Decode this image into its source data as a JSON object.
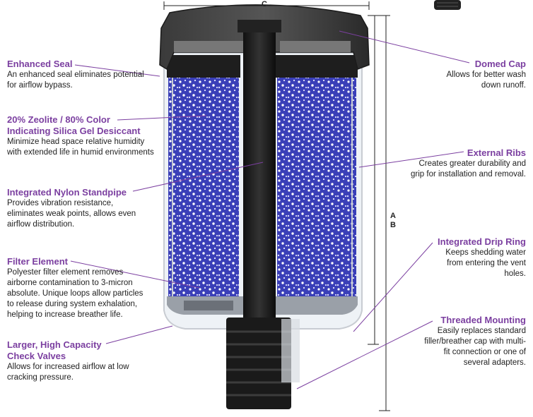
{
  "callouts": {
    "enhanced_seal": {
      "title": "Enhanced Seal",
      "desc": "An enhanced seal eliminates potential for airflow bypass."
    },
    "desiccant": {
      "title_line1": "20% Zeolite / 80% Color",
      "title_line2": "Indicating Silica Gel Desiccant",
      "desc": "Minimize head space relative humidity with extended life in humid environments"
    },
    "standpipe": {
      "title": "Integrated Nylon Standpipe",
      "desc": "Provides vibration resistance, eliminates weak points, allows even airflow distribution."
    },
    "filter_element": {
      "title": "Filter Element",
      "desc": "Polyester filter element removes airborne contamination to 3-micron absolute. Unique loops allow particles to release during system exhalation, helping to increase breather life."
    },
    "check_valves": {
      "title_line1": "Larger, High Capacity",
      "title_line2": "Check Valves",
      "desc": "Allows for increased airflow at low cracking pressure."
    },
    "domed_cap": {
      "title": "Domed Cap",
      "desc": "Allows for better wash down runoff."
    },
    "external_ribs": {
      "title": "External Ribs",
      "desc": "Creates greater durability and grip for installation and removal."
    },
    "drip_ring": {
      "title": "Integrated Drip Ring",
      "desc": "Keeps shedding water from entering the vent holes."
    },
    "threaded_mounting": {
      "title": "Threaded Mounting",
      "desc": "Easily replaces standard filler/breather cap with multi-fit connection or one of several adapters."
    }
  },
  "dimensions": {
    "c": "C",
    "a": "A",
    "b": "B"
  },
  "colors": {
    "accent": "#7b3fa0",
    "desiccant": "#3a3fb8",
    "cap": "#2b2b2b"
  }
}
